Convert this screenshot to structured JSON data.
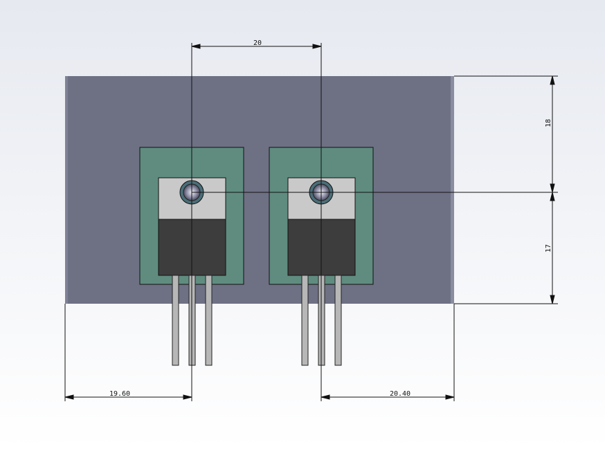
{
  "background": {
    "top": "#e6e9f0",
    "bottom": "#ffffff"
  },
  "colors": {
    "plate": "#6e7184",
    "plate_edge": "#7f8296",
    "insulator": "#5f8c7f",
    "tab": "#c9c9c9",
    "body": "#3d3d3d",
    "leg": "#b7b7b7",
    "dimension_line": "#111111"
  },
  "dimensions": {
    "hole_spacing": "20",
    "left_offset": "19.60",
    "right_offset": "20.40",
    "top_offset": "18",
    "bottom_offset": "17"
  },
  "components": [
    {
      "name": "transistor-left",
      "pins": 3
    },
    {
      "name": "transistor-right",
      "pins": 3
    }
  ]
}
